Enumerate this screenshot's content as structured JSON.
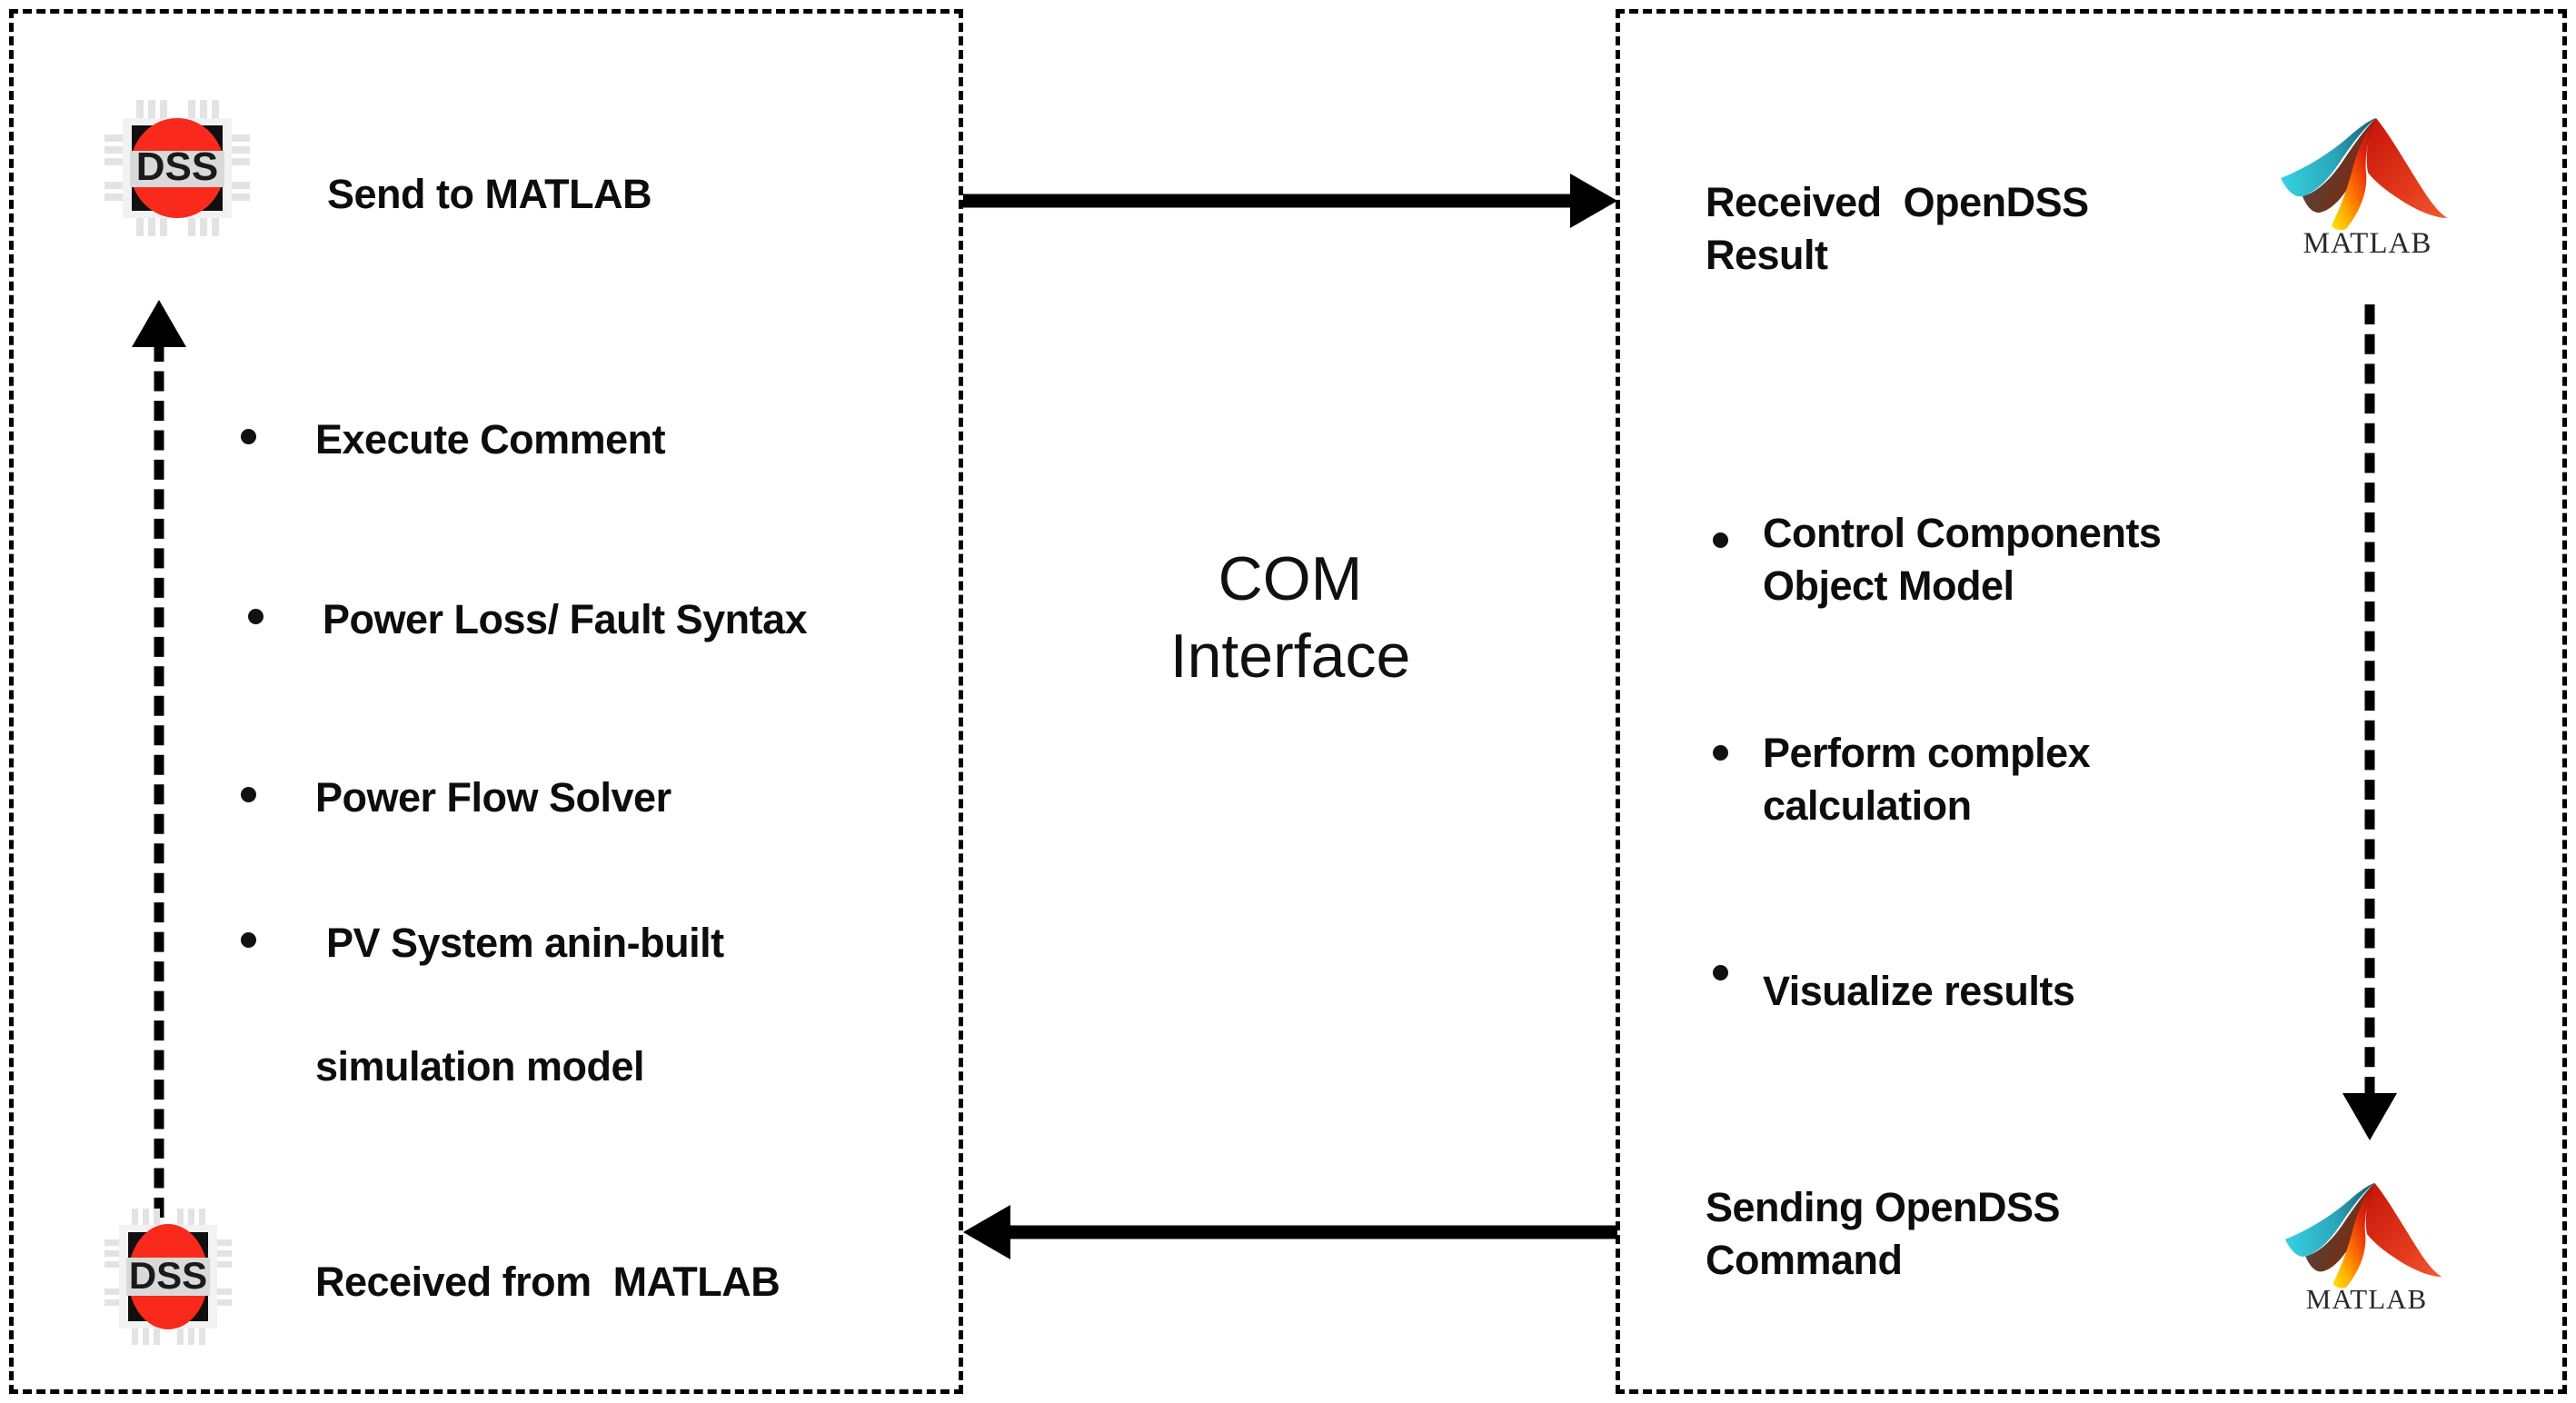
{
  "diagram": {
    "title_center": "COM\nInterface",
    "left_panel": {
      "top_label": "Send to MATLAB",
      "bottom_label": "Received from  MATLAB",
      "icon_top": "dss-chip-icon",
      "icon_bottom": "dss-chip-icon",
      "icon_text": "DSS",
      "bullets": [
        "Execute Comment",
        "Power Loss/ Fault Syntax",
        "Power Flow Solver",
        " PV System anin-built",
        "simulation model"
      ]
    },
    "right_panel": {
      "top_label": "Received  OpenDSS\nResult",
      "bottom_label": "Sending OpenDSS\nCommand",
      "logo_word": "MATLAB",
      "icon_top": "matlab-logo-icon",
      "icon_bottom": "matlab-logo-icon",
      "bullets": [
        "Control Components\nObject Model",
        "Perform complex\ncalculation",
        "Visualize results"
      ]
    },
    "arrows": [
      {
        "name": "arrow-left-to-right-top",
        "direction": "right",
        "style": "solid"
      },
      {
        "name": "arrow-right-to-left-bottom",
        "direction": "left",
        "style": "solid"
      },
      {
        "name": "arrow-dss-upward",
        "direction": "up",
        "style": "dashed"
      },
      {
        "name": "arrow-matlab-downward",
        "direction": "down",
        "style": "dashed"
      }
    ],
    "colors": {
      "stroke": "#000000",
      "text": "#0d0d0d",
      "dss_red": "#f92a1c",
      "matlab_cyan": "#2fc4d4",
      "matlab_red": "#d62410",
      "matlab_yellow": "#ffd500",
      "background": "#ffffff"
    }
  }
}
